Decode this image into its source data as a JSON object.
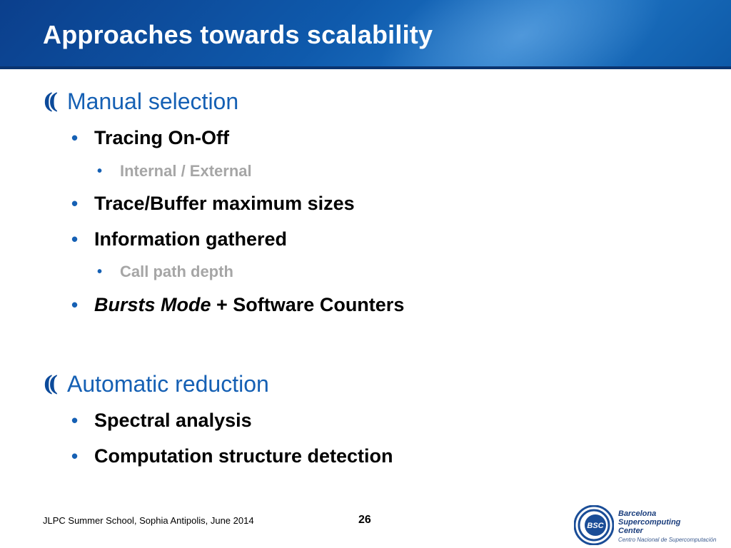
{
  "slide": {
    "title": "Approaches towards scalability",
    "sections": [
      {
        "heading": "Manual selection",
        "items": [
          {
            "text": "Tracing On-Off",
            "subitems": [
              "Internal / External"
            ]
          },
          {
            "text": "Trace/Buffer maximum sizes"
          },
          {
            "text": "Information gathered",
            "subitems": [
              "Call path depth"
            ]
          },
          {
            "text_italic": "Bursts Mode",
            "text": " + Software Counters"
          }
        ]
      },
      {
        "heading": "Automatic reduction",
        "items": [
          {
            "text": "Spectral analysis"
          },
          {
            "text": "Computation structure detection"
          }
        ]
      }
    ],
    "marker_glyph": "((",
    "bullet_glyph": "•"
  },
  "footer": {
    "event": "JLPC Summer School, Sophia Antipolis, June 2014",
    "page_number": "26",
    "logo": {
      "badge": "BSC",
      "name_line1": "Barcelona",
      "name_line2": "Supercomputing",
      "name_line3": "Center",
      "subtitle": "Centro Nacional de Supercomputación"
    }
  },
  "colors": {
    "header_blue": "#0f5aac",
    "heading_blue": "#1560b4",
    "sub_gray": "#a6a6a6"
  }
}
